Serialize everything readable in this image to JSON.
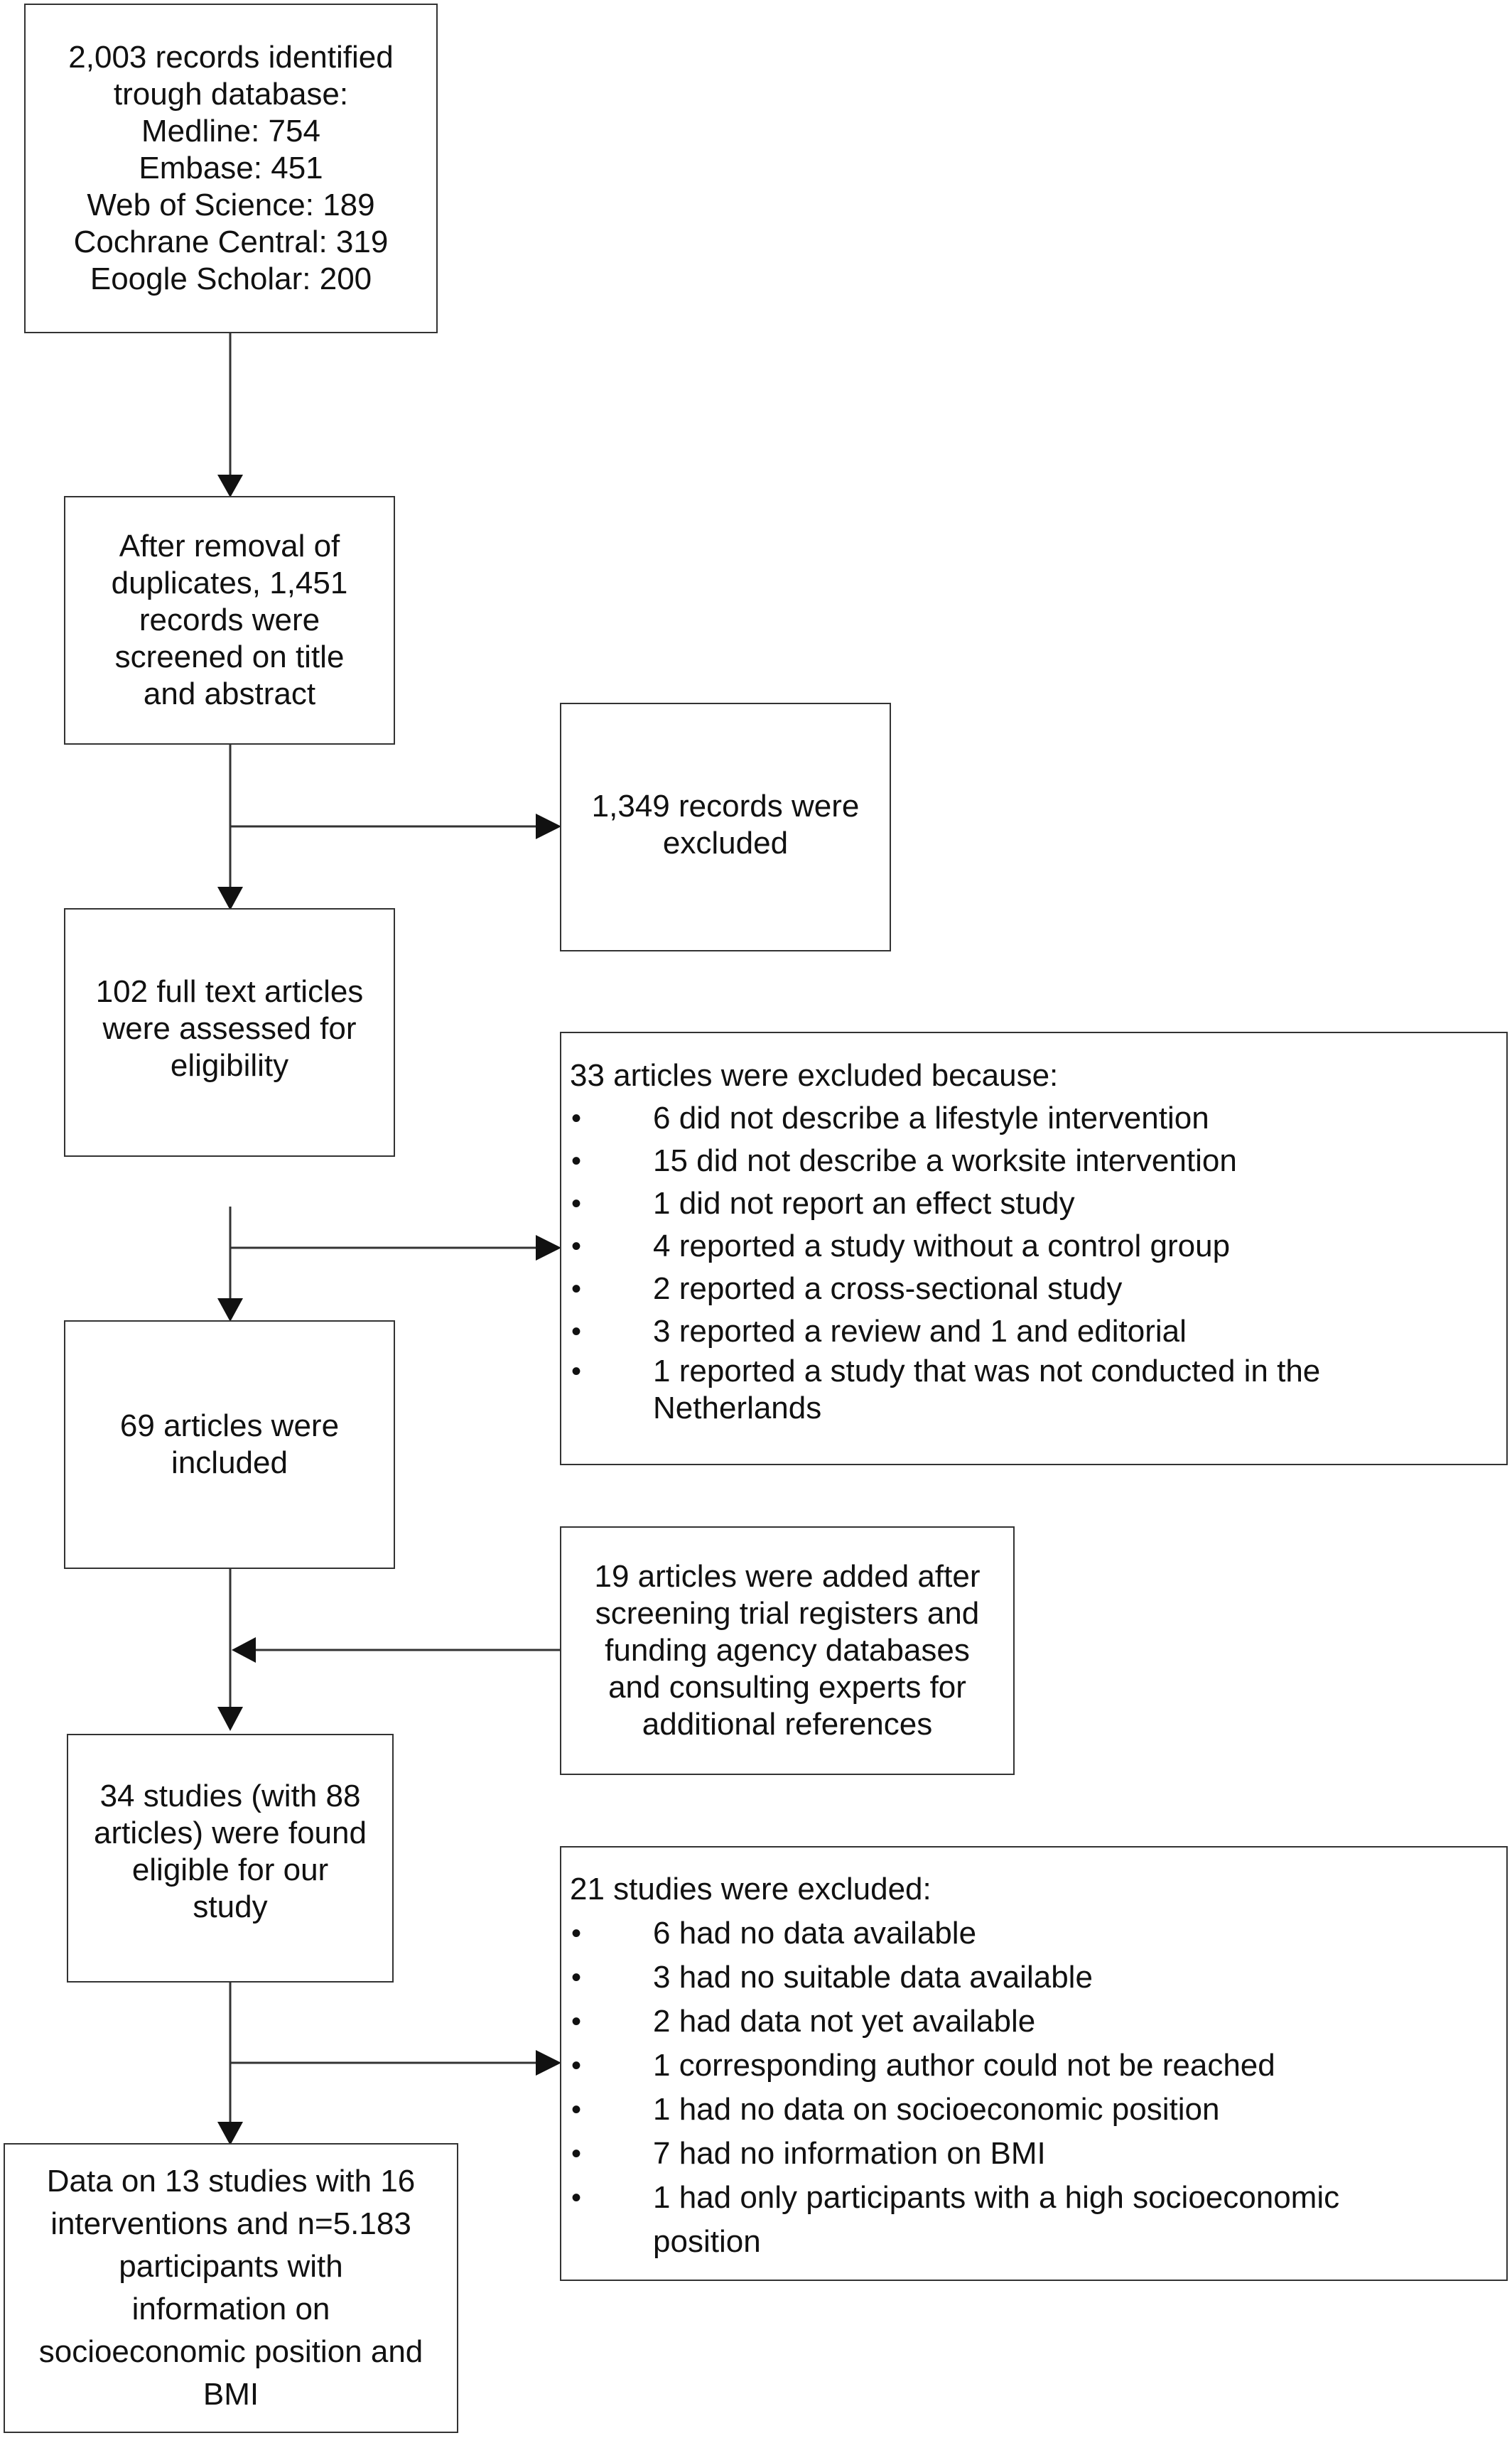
{
  "boxes": {
    "identified": {
      "lines": [
        "2,003 records identified",
        "trough database:",
        "Medline: 754",
        "Embase: 451",
        "Web of Science: 189",
        "Cochrane Central: 319",
        "Eoogle Scholar: 200"
      ]
    },
    "screened": {
      "lines": [
        "After removal of",
        "duplicates, 1,451",
        "records were",
        "screened on title",
        "and abstract"
      ]
    },
    "excluded_records": {
      "lines": [
        "1,349 records were",
        "excluded"
      ]
    },
    "fulltext": {
      "lines": [
        "102 full text articles",
        "were assessed for",
        "eligibility"
      ]
    },
    "articles_excluded": {
      "heading": "33 articles were excluded because:",
      "items": [
        "6 did not describe a lifestyle intervention",
        "15 did not describe a worksite intervention",
        "1 did not report an effect study",
        "4 reported a study without a control group",
        "2 reported a cross-sectional study",
        "3 reported a review and 1 and editorial",
        "1 reported a study that was not conducted in the Netherlands"
      ]
    },
    "included": {
      "lines": [
        "69 articles were",
        "included"
      ]
    },
    "added": {
      "lines": [
        "19 articles were added after",
        "screening trial registers and",
        "funding agency databases",
        "and consulting experts for",
        "additional references"
      ]
    },
    "eligible": {
      "lines": [
        "34 studies (with 88",
        "articles) were found",
        "eligible for our",
        "study"
      ]
    },
    "studies_excluded": {
      "heading": "21 studies were excluded:",
      "items": [
        "6 had no data available",
        "3 had no suitable data available",
        "2 had data not yet available",
        "1 corresponding author could not be reached",
        "1 had no data on socioeconomic position",
        "7 had no information on BMI",
        "1 had only participants with a high socioeconomic position"
      ]
    },
    "final": {
      "lines": [
        "Data on 13 studies with 16",
        "interventions and n=5.183",
        "participants with",
        "information on",
        "socioeconomic position and",
        "BMI"
      ]
    }
  }
}
